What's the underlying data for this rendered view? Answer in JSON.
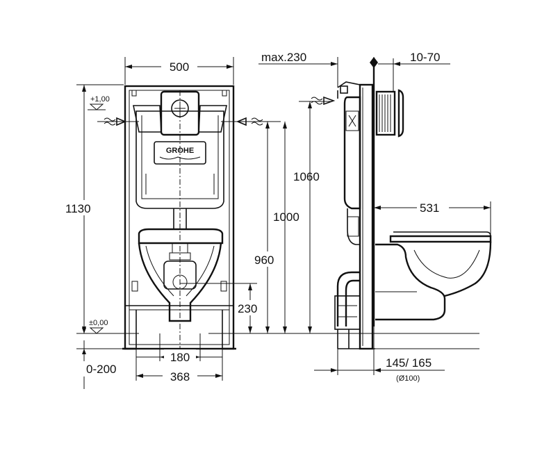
{
  "brand": {
    "logo_text": "GROHE"
  },
  "levels": {
    "top": "+1,00",
    "floor": "±0,00"
  },
  "front_dims": {
    "width_frame": "500",
    "height_frame": "1130",
    "height_1060": "1060",
    "height_1000": "1000",
    "height_960": "960",
    "height_230": "230",
    "width_180": "180",
    "width_368": "368",
    "range_0_200": "0-200"
  },
  "side_dims": {
    "max_230": "max.230",
    "range_10_70": "10-70",
    "depth_531": "531",
    "outlet_145_165": "145/ 165",
    "pipe_diameter": "(Ø100)"
  }
}
